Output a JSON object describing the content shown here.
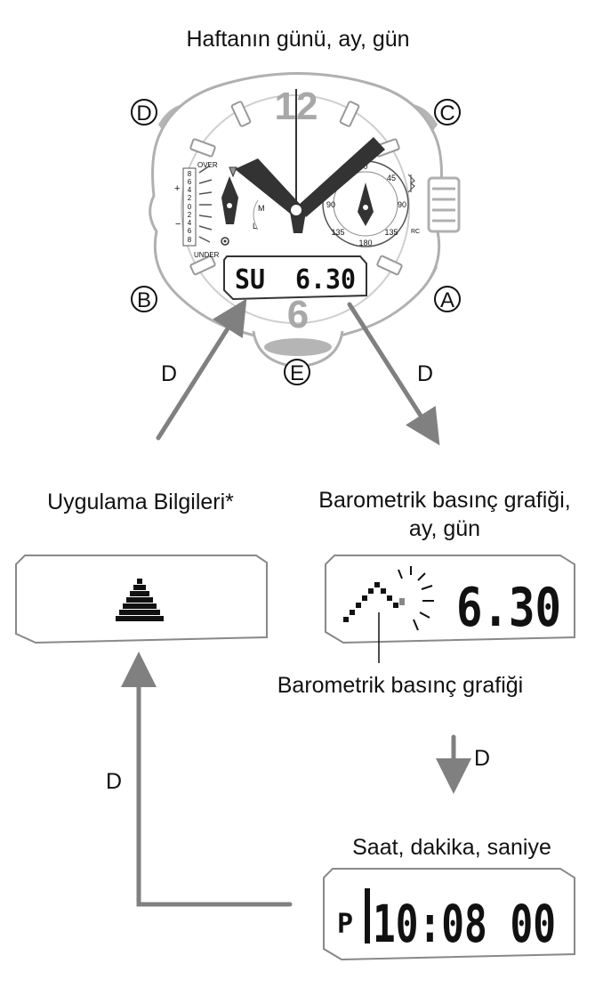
{
  "title": "Haftanın günü, ay, gün",
  "buttons": {
    "a": "A",
    "b": "B",
    "c": "C",
    "d": "D",
    "e": "E"
  },
  "dial": {
    "twelve": "12",
    "six": "6",
    "over": "OVER",
    "under": "UNDER",
    "plus": "+",
    "minus": "−",
    "scale": [
      "8",
      "6",
      "4",
      "2",
      "0",
      "2",
      "4",
      "6",
      "8"
    ],
    "m": "M",
    "l": "L",
    "subdial": [
      "0",
      "45",
      "90",
      "135",
      "180",
      "135",
      "90"
    ],
    "rc": "RC"
  },
  "lcd_main": "SU  6.30",
  "arrow_labels": {
    "left": "D",
    "right": "D",
    "down": "D",
    "up": "D"
  },
  "panels": {
    "app_info": {
      "caption": "Uygulama Bilgileri*"
    },
    "barometer": {
      "caption_line1": "Barometrik basınç grafiği,",
      "caption_line2": "ay, gün",
      "display": "6.30",
      "callout": "Barometrik basınç grafiği"
    },
    "time": {
      "caption": "Saat, dakika, saniye",
      "indicator": "P",
      "display": "10:08 00"
    }
  },
  "colors": {
    "gray": "#808080",
    "light_gray": "#b5b5b5",
    "dark": "#333333"
  }
}
